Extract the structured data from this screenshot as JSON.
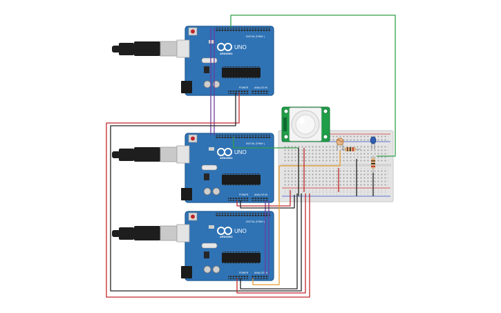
{
  "boards": [
    {
      "id": "uno-top",
      "logo": "UNO",
      "brand": "ARDUINO",
      "digital_label": "DIGITAL (PWM~)",
      "power_label": "POWER",
      "analog_label": "ANALOG IN"
    },
    {
      "id": "uno-middle",
      "logo": "UNO",
      "brand": "ARDUINO",
      "digital_label": "DIGITAL (PWM~)",
      "power_label": "POWER",
      "analog_label": "ANALOG IN"
    },
    {
      "id": "uno-bottom",
      "logo": "UNO",
      "brand": "ARDUINO",
      "digital_label": "DIGITAL (PWM~)",
      "power_label": "POWER",
      "analog_label": "ANALOG IN"
    }
  ],
  "colors": {
    "board": "#2f73b5",
    "board_dark": "#1f5a93",
    "breadboard": "#e4e4e4",
    "pir_pcb": "#1f9d47",
    "wire_red": "#c0262a",
    "wire_black": "#202020",
    "wire_green": "#2f9e47",
    "wire_purple": "#6a3e9e",
    "wire_orange": "#e59b2f",
    "usb_cable": "#1e1e1e"
  },
  "icons": [
    "usb-plug-icon",
    "infinity-logo-icon",
    "pir-sensor-icon",
    "led-icon",
    "resistor-icon",
    "photoresistor-icon"
  ]
}
